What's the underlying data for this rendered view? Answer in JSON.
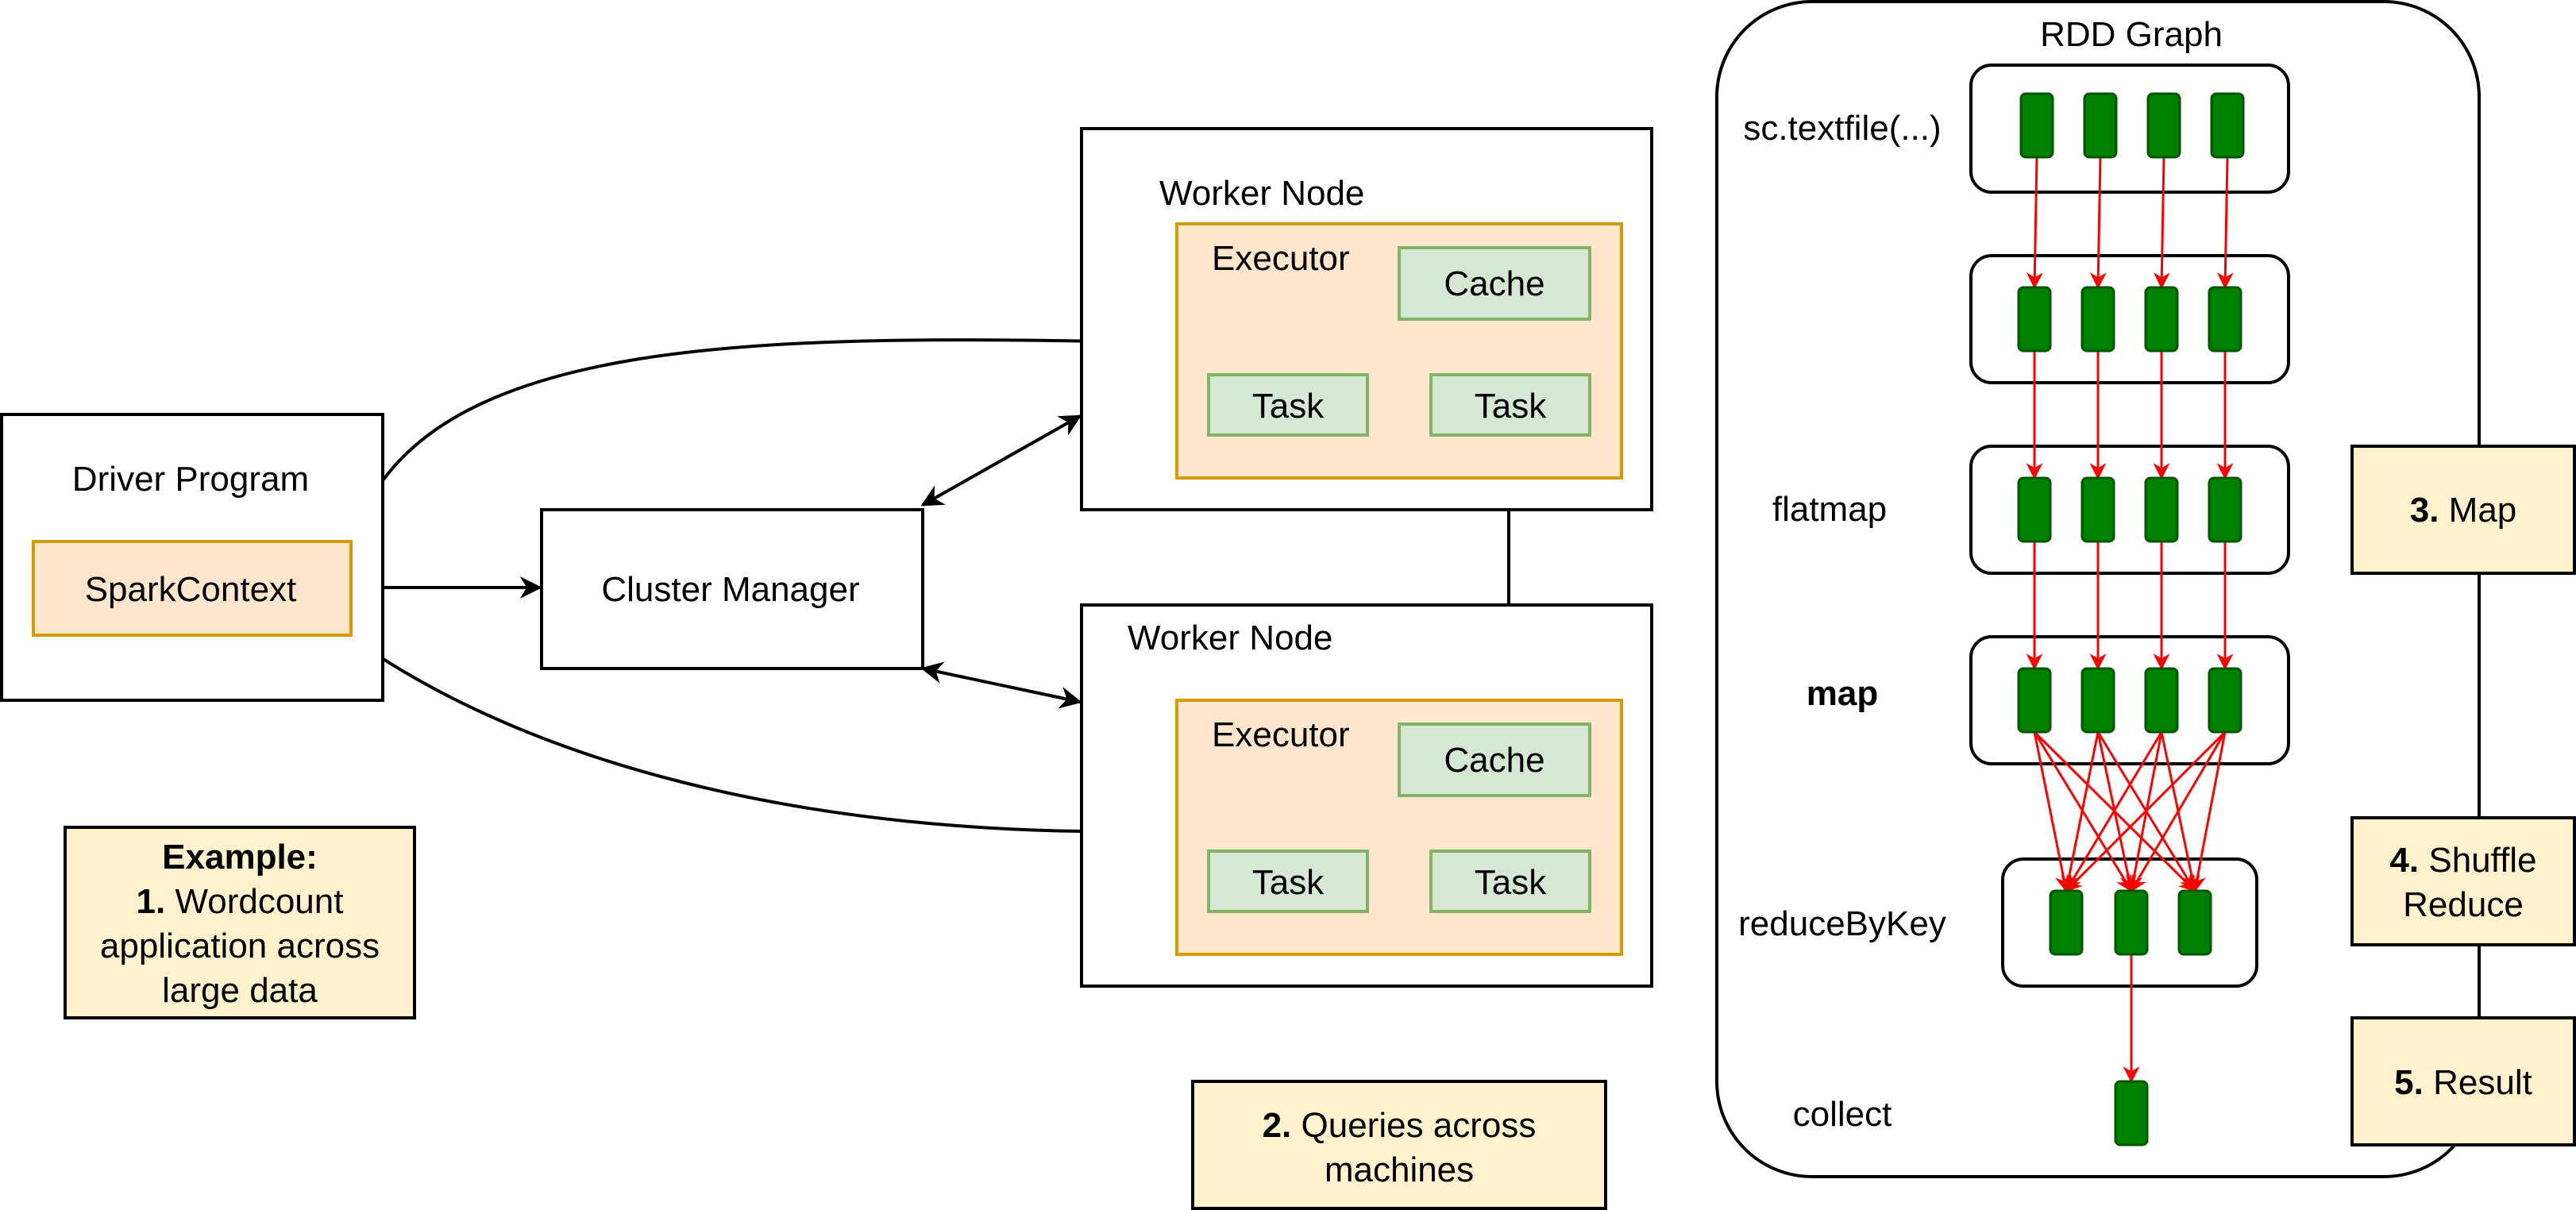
{
  "driver": {
    "title": "Driver Program",
    "context": "SparkContext"
  },
  "cluster_manager": {
    "label": "Cluster Manager"
  },
  "workers": [
    {
      "title": "Worker Node",
      "executor": "Executor",
      "cache": "Cache",
      "tasks": [
        "Task",
        "Task"
      ]
    },
    {
      "title": "Worker Node",
      "executor": "Executor",
      "cache": "Cache",
      "tasks": [
        "Task",
        "Task"
      ]
    }
  ],
  "notes": {
    "example": {
      "heading": "Example:",
      "num": "1.",
      "lines": [
        "Wordcount",
        "application across",
        "large data"
      ]
    },
    "queries": {
      "num": "2.",
      "lines": [
        "Queries across",
        "machines"
      ]
    },
    "map": {
      "num": "3.",
      "text": "Map"
    },
    "shuffle": {
      "num": "4.",
      "lines": [
        "Shuffle",
        "Reduce"
      ]
    },
    "result": {
      "num": "5.",
      "text": "Result"
    }
  },
  "rdd_graph": {
    "title": "RDD Graph",
    "stages": [
      {
        "label": "sc.textfile(...)",
        "partitions": 4
      },
      {
        "label": "",
        "partitions": 4
      },
      {
        "label": "flatmap",
        "partitions": 4
      },
      {
        "label": "map",
        "partitions": 4,
        "bold": true
      },
      {
        "label": "reduceByKey",
        "partitions": 3
      },
      {
        "label": "collect",
        "partitions": 1
      }
    ]
  },
  "colors": {
    "partition_fill": "#008000",
    "partition_stroke": "#005700",
    "flow_arrow": "#ff0000",
    "note_fill": "#fff2cc",
    "note_stroke": "#d6b656",
    "executor_fill": "#ffe6cc",
    "executor_stroke": "#d79b00",
    "component_fill": "#d5e8d4",
    "component_stroke": "#82b366"
  }
}
